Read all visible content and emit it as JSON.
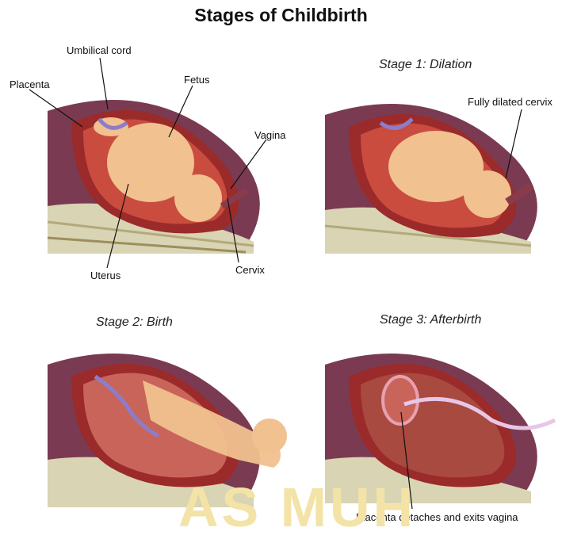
{
  "title": "Stages of Childbirth",
  "panels": {
    "labeled": {
      "labels": {
        "umbilical_cord": "Umbilical cord",
        "placenta": "Placenta",
        "fetus": "Fetus",
        "vagina": "Vagina",
        "uterus": "Uterus",
        "cervix": "Cervix"
      }
    },
    "stage1": {
      "title": "Stage 1: Dilation",
      "label": "Fully dilated cervix"
    },
    "stage2": {
      "title": "Stage 2: Birth"
    },
    "stage3": {
      "title": "Stage 3: Afterbirth",
      "label": "Placenta detaches and exits vagina"
    }
  },
  "watermark": "AS MUH",
  "colors": {
    "skin": "#f1c18f",
    "uterus_wall": "#9b2a2a",
    "muscle": "#8a3b4b",
    "spine": "#d8d4b4",
    "amniotic": "#c94c3f",
    "cord": "#8f7cc7",
    "watermark": "#f3e3a6"
  }
}
